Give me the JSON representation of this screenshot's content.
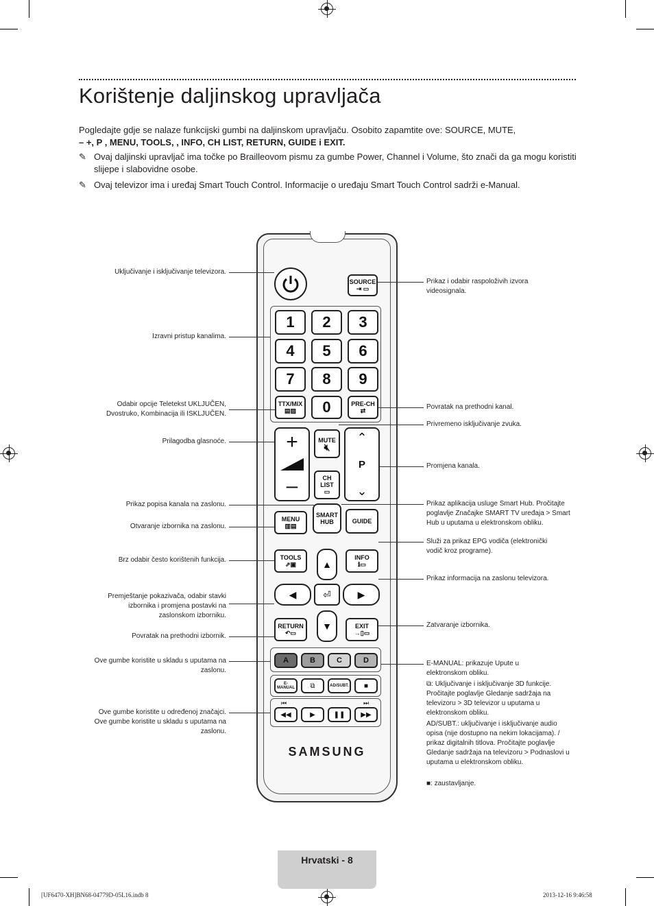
{
  "page": {
    "title": "Korištenje daljinskog upravljača",
    "intro_line1": "Pogledajte gdje se nalaze funkcijski gumbi na daljinskom upravljaču. Osobito zapamtite ove: SOURCE, MUTE,",
    "intro_line2": "–      +,    P   , MENU, TOOLS,    , INFO, CH LIST, RETURN, GUIDE i EXIT.",
    "note1": "Ovaj daljinski upravljač ima točke po Brailleovom pismu za gumbe Power, Channel i Volume, što znači da ga mogu koristiti slijepe i slabovidne osobe.",
    "note2": "Ovaj televizor ima i uređaj Smart Touch Control. Informacije o uređaju Smart Touch Control sadrži e-Manual.",
    "footer": "Hrvatski - 8",
    "slug_left": "[UF6470-XH]BN68-04779D-05L16.indb   8",
    "slug_right": "2013-12-16   9:46:58"
  },
  "remote": {
    "brand": "SAMSUNG",
    "source": "SOURCE",
    "numbers": [
      "1",
      "2",
      "3",
      "4",
      "5",
      "6",
      "7",
      "8",
      "9",
      "0"
    ],
    "ttx": "TTX/MIX",
    "prech": "PRE-CH",
    "mute": "MUTE",
    "chlist": "CH LIST",
    "p": "P",
    "menu": "MENU",
    "smarthub": "SMART HUB",
    "guide": "GUIDE",
    "tools": "TOOLS",
    "info": "INFO",
    "return": "RETURN",
    "exit": "EXIT",
    "color_a": "A",
    "color_b": "B",
    "color_c": "C",
    "color_d": "D",
    "emanual": "E-MANUAL",
    "adsubt": "AD/SUBT."
  },
  "labels_left": {
    "power": "Uključivanje i isključivanje televizora.",
    "numbers": "Izravni pristup kanalima.",
    "ttx": "Odabir opcije Teletekst UKLJUČEN, Dvostruko, Kombinacija ili ISKLJUČEN.",
    "volume": "Prilagodba glasnoće.",
    "chlist": "Prikaz popisa kanala na zaslonu.",
    "menu": "Otvaranje izbornika na zaslonu.",
    "tools": "Brz odabir često korištenih funkcija.",
    "nav": "Premještanje pokazivača, odabir stavki izbornika i promjena postavki na zaslonskom izborniku.",
    "return": "Povratak na prethodni izbornik.",
    "color": "Ove gumbe koristite u skladu s uputama na zaslonu.",
    "playback": "Ove gumbe koristite u određenoj značajci. Ove gumbe koristite u skladu s uputama na zaslonu."
  },
  "labels_right": {
    "source": "Prikaz i odabir raspoloživih izvora videosignala.",
    "prech": "Povratak na prethodni kanal.",
    "mute": "Privremeno isključivanje zvuka.",
    "channel": "Promjena kanala.",
    "smarthub": "Prikaz aplikacija usluge Smart Hub. Pročitajte poglavlje Značajke SMART TV uređaja > Smart Hub u uputama u elektronskom obliku.",
    "guide": "Služi za prikaz EPG vodiča (elektronički vodič kroz programe).",
    "info": "Prikaz informacija na zaslonu televizora.",
    "exit": "Zatvaranje izbornika.",
    "emanual": "E-MANUAL: prikazuje Upute u elektronskom obliku.",
    "threed": ": Uključivanje i isključivanje 3D funkcije. Pročitajte poglavlje Gledanje sadržaja na televizoru > 3D televizor u uputama u elektronskom obliku.",
    "adsubt": "AD/SUBT.: uključivanje i isključivanje audio opisa (nije dostupno na nekim lokacijama). / prikaz digitalnih titlova. Pročitajte poglavlje Gledanje sadržaja na televizoru > Podnaslovi u uputama u elektronskom obliku.",
    "stop": ": zaustavljanje."
  }
}
